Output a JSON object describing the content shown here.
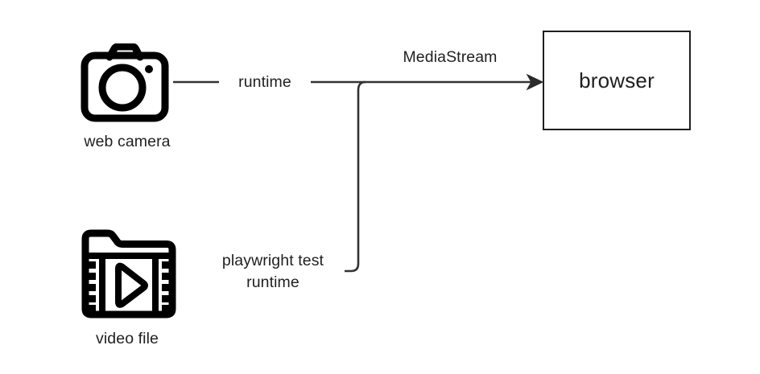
{
  "diagram": {
    "title": "web camera / video file to browser MediaStream flow",
    "background": "#ffffff",
    "stroke_color": "#333333",
    "text_color": "#1f1f1f",
    "nodes": [
      {
        "id": "web-camera",
        "icon": "camera-icon",
        "caption": "web camera"
      },
      {
        "id": "video-file",
        "icon": "video-file-icon",
        "caption": "video file"
      },
      {
        "id": "browser",
        "shape": "rectangle",
        "label": "browser"
      }
    ],
    "edges": [
      {
        "id": "camera-to-browser",
        "from": "web-camera",
        "to": "browser",
        "label": "runtime",
        "arrow": true
      },
      {
        "id": "video-to-browser",
        "from": "video-file",
        "to": "browser",
        "label_line1": "playwright test",
        "label_line2": "runtime",
        "arrow": false
      },
      {
        "id": "stream-label",
        "label": "MediaStream"
      }
    ]
  }
}
